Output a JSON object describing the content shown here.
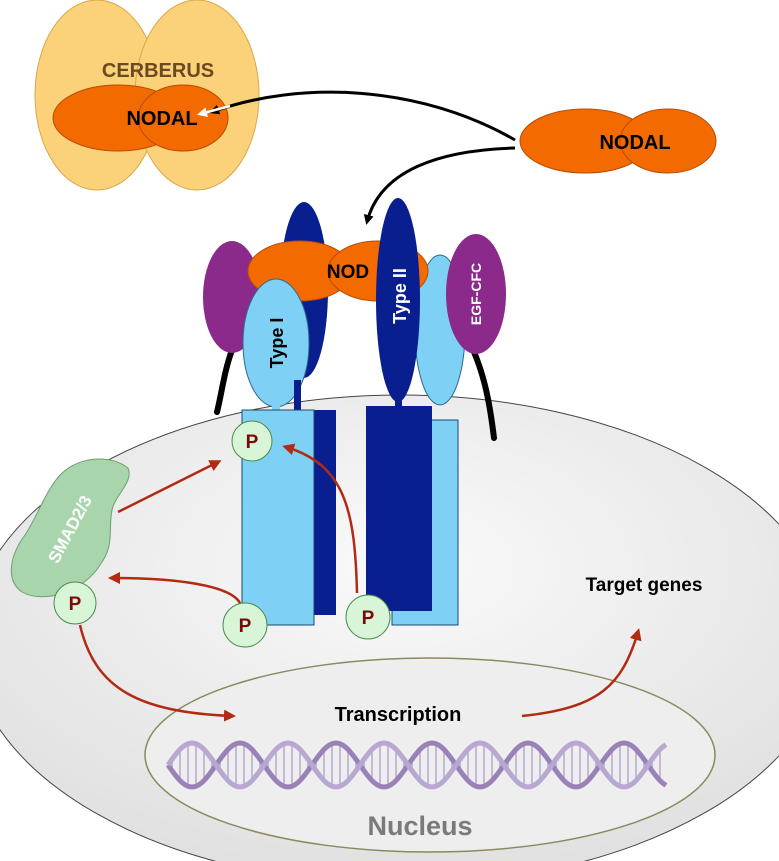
{
  "labels": {
    "cerberus": "CERBERUS",
    "nodal_bound": "NODAL",
    "nodal_free": "NODAL",
    "nodal_receptor": "NOD",
    "type_one": "Type I",
    "type_two": "Type II",
    "egf_cfc": "EGF-CFC",
    "smad": "SMAD2/3",
    "phospho": "P",
    "transcription": "Transcription",
    "target_genes": "Target genes",
    "nucleus": "Nucleus"
  },
  "colors": {
    "cerberus_fill": "#fbd27a",
    "nodal_fill": "#f26a00",
    "purple_fill": "#8c2a8c",
    "type_one_fill": "#7fd0f5",
    "type_two_fill": "#0a1f8f",
    "smad_fill": "#a8d5ab",
    "phospho_fill": "#d8f5d8",
    "arrow_red": "#b22a12",
    "cell_fill": "#efefef"
  }
}
